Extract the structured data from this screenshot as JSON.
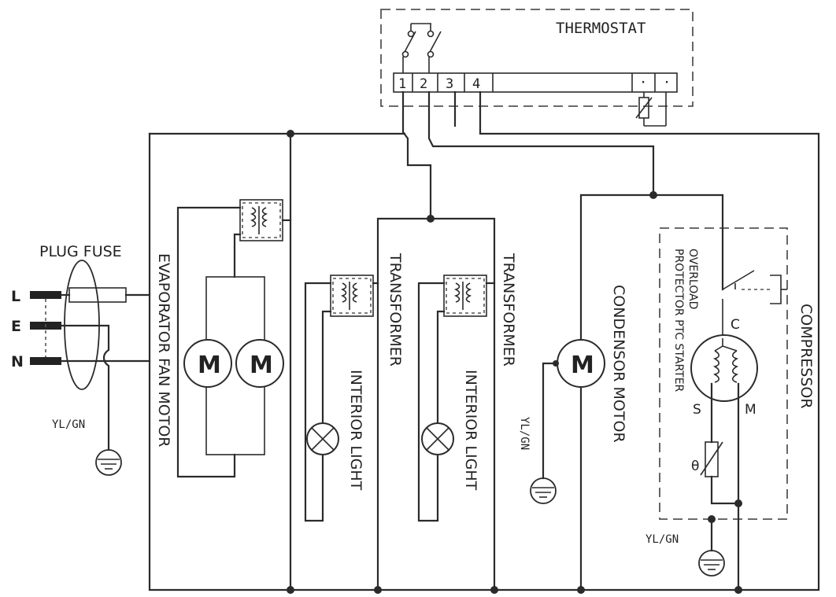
{
  "labels": {
    "thermostat": "THERMOSTAT",
    "plug_fuse": "PLUG FUSE",
    "line_l": "L",
    "line_e": "E",
    "line_n": "N",
    "yl_gn": "YL/GN",
    "evaporator_fan_motor": "EVAPORATOR FAN MOTOR",
    "transformer": "TRANSFORMER",
    "interior_light": "INTERIOR LIGHT",
    "condensor_motor": "CONDENSOR MOTOR",
    "compressor": "COMPRESSOR",
    "overload": "OVERLOAD",
    "protector_ptc_starter": "PROTECTOR PTC STARTER",
    "motor_symbol": "M",
    "compressor_c": "C",
    "compressor_s": "S",
    "compressor_m": "M",
    "theta": "θ"
  },
  "terminals": [
    "1",
    "2",
    "3",
    "4"
  ],
  "thermostat_small_terminals": [
    "·",
    "·"
  ]
}
